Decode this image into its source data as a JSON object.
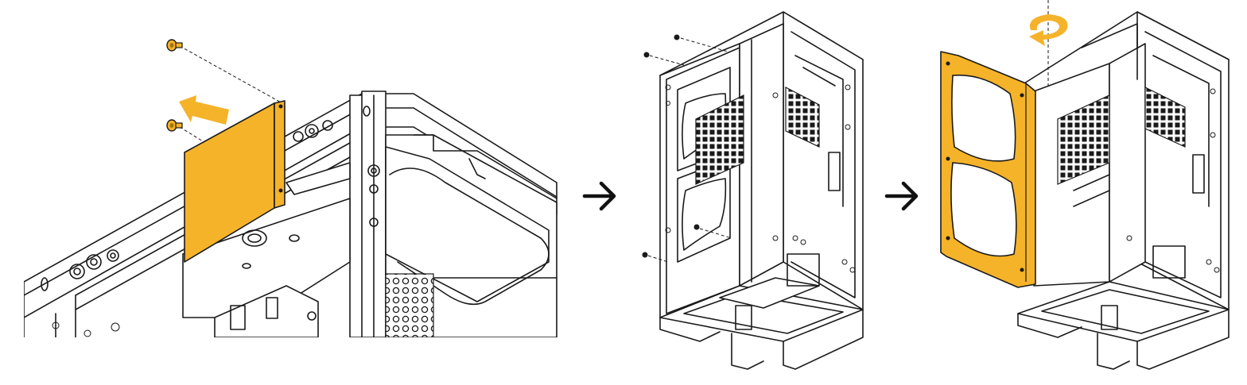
{
  "colors": {
    "accent": "#f5b32a",
    "accent_dark": "#a8740a",
    "line": "#1a1a1a",
    "background": "#ffffff"
  },
  "steps": [
    {
      "id": 1,
      "icon": "side-panel-screw-detail"
    },
    {
      "id": 2,
      "icon": "case-panel-screws"
    },
    {
      "id": 3,
      "icon": "fan-bracket-rotate"
    }
  ],
  "arrows": [
    "right-arrow-icon",
    "right-arrow-icon"
  ],
  "annotations": {
    "push_direction": "arrow-icon",
    "rotate_direction": "rotate-icon"
  }
}
